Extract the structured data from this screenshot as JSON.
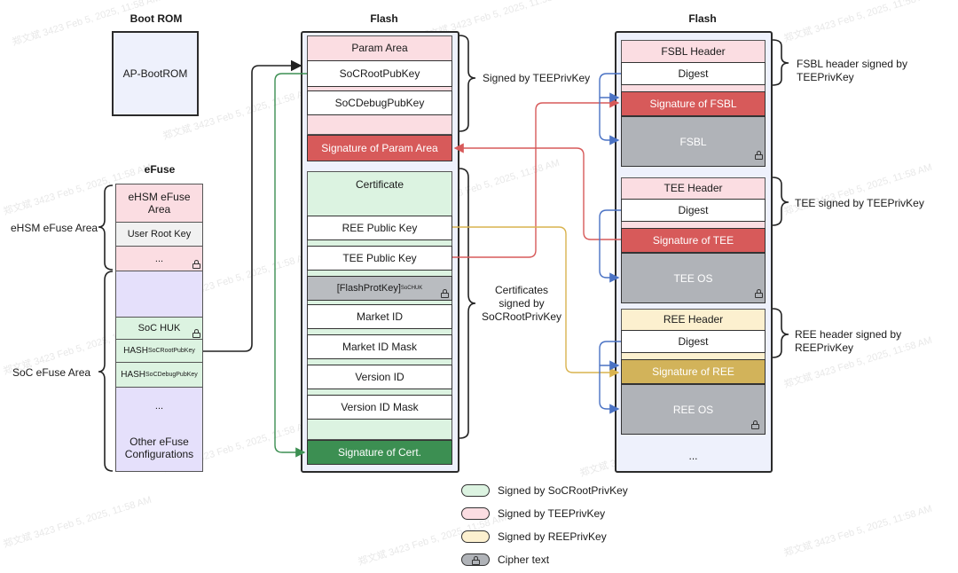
{
  "titles": {
    "boot_rom": "Boot ROM",
    "efuse": "eFuse",
    "flash_middle": "Flash",
    "flash_right": "Flash"
  },
  "boot_rom": {
    "label": "AP-BootROM"
  },
  "efuse": {
    "ehsm_area_label": "eHSM eFuse Area",
    "soc_area_label": "SoC eFuse Area",
    "cells": {
      "ehsm_efuse_area": "eHSM eFuse Area",
      "user_root_key": "User Root Key",
      "ellipsis1": "...",
      "soc_huk": "SoC HUK",
      "hash_root_main": "HASH",
      "hash_root_sub": "SoCRootPubKey",
      "hash_debug_main": "HASH",
      "hash_debug_sub": "SoCDebugPubKey",
      "ellipsis2": "...",
      "other_config": "Other eFuse Configurations"
    }
  },
  "flash_middle": {
    "param_area": "Param Area",
    "soc_root_pubkey": "SoCRootPubKey",
    "soc_debug_pubkey": "SoCDebugPubKey",
    "sig_param_area": "Signature of Param Area",
    "certificate": "Certificate",
    "ree_public_key": "REE Public Key",
    "tee_public_key": "TEE Public Key",
    "flash_prot_key_main": "[FlashProtKey]",
    "flash_prot_key_sub": "SoCHUK",
    "market_id": "Market ID",
    "market_id_mask": "Market ID Mask",
    "version_id": "Version ID",
    "version_id_mask": "Version ID Mask",
    "sig_cert": "Signature of Cert.",
    "brace_signed_tee": "Signed by TEEPrivKey",
    "brace_certs": "Certificates signed by SoCRootPrivKey"
  },
  "flash_right": {
    "fsbl_header": "FSBL Header",
    "fsbl_digest": "Digest",
    "sig_fsbl": "Signature of FSBL",
    "fsbl": "FSBL",
    "tee_header": "TEE  Header",
    "tee_digest": "Digest",
    "sig_tee": "Signature of TEE",
    "tee_os": "TEE OS",
    "ree_header": "REE  Header",
    "ree_digest": "Digest",
    "sig_ree": "Signature of REE",
    "ree_os": "REE OS",
    "ellipsis": "...",
    "brace_fsbl": "FSBL header signed by TEEPrivKey",
    "brace_tee": "TEE  signed by TEEPrivKey",
    "brace_ree": "REE  header signed by REEPrivKey"
  },
  "legend": [
    {
      "label": "Signed by SoCRootPrivKey",
      "color": "#dcf3e1"
    },
    {
      "label": "Signed by TEEPrivKey",
      "color": "#fbdde2"
    },
    {
      "label": "Signed by REEPrivKey",
      "color": "#fcf0cf"
    },
    {
      "label": "Cipher text",
      "color": "#b0b3b8"
    }
  ],
  "colors": {
    "signature_red": "#d75a5a",
    "signature_gold": "#d2b35a",
    "signature_green": "#3c8f52",
    "arrow_blue": "#4a72c4",
    "arrow_red": "#d75a5a",
    "arrow_gold": "#d9b34f",
    "arrow_green": "#3c8f52"
  },
  "watermark": {
    "text": "郑文斌 3423 Feb 5, 2025, 11:58 AM"
  }
}
